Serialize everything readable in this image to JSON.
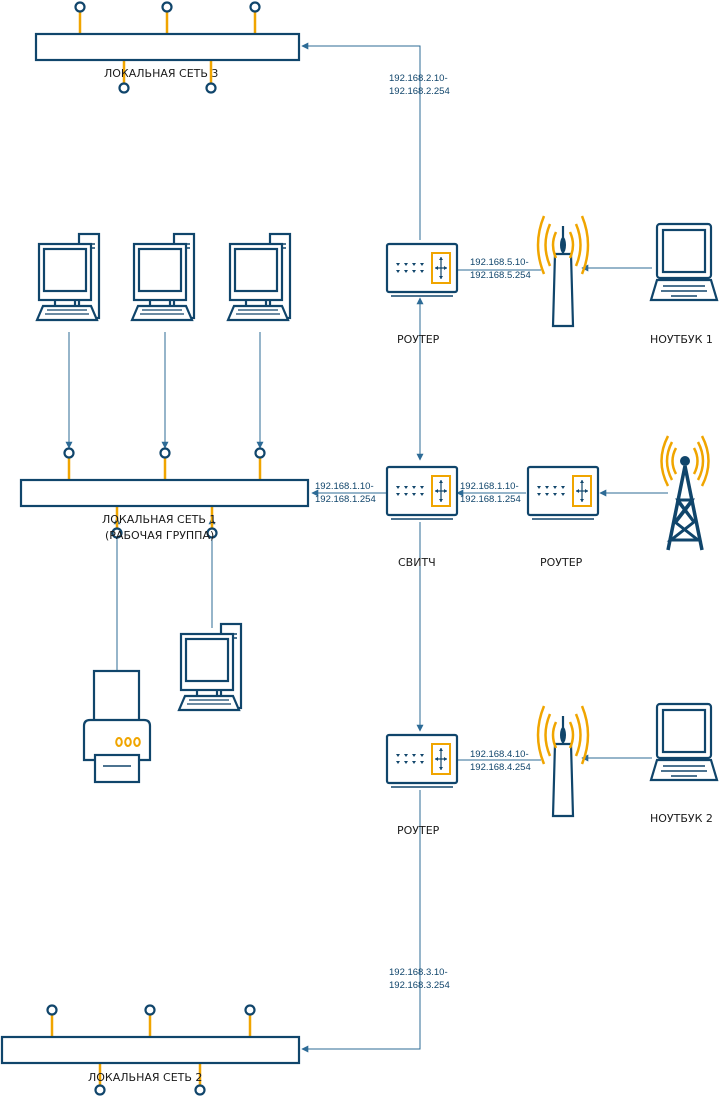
{
  "networks": {
    "lan3": {
      "label": "ЛОКАЛЬНАЯ  СЕТЬ 3"
    },
    "lan1": {
      "label_line1": "ЛОКАЛЬНАЯ  СЕТЬ 1",
      "label_line2": "(РАБОЧАЯ ГРУППА)"
    },
    "lan2": {
      "label": "ЛОКАЛЬНАЯ  СЕТЬ 2"
    }
  },
  "devices": {
    "router_top": {
      "label": "РОУТЕР"
    },
    "switch": {
      "label": "СВИТЧ"
    },
    "router_right": {
      "label": "РОУТЕР"
    },
    "router_bottom": {
      "label": "РОУТЕР"
    },
    "laptop1": {
      "label": "НОУТБУК 1"
    },
    "laptop2": {
      "label": "НОУТБУК 2"
    }
  },
  "ranges": {
    "lan3": {
      "from": "192.168.2.10-",
      "to": "192.168.2.254"
    },
    "wifi1": {
      "from": "192.168.5.10-",
      "to": "192.168.5.254"
    },
    "lan1": {
      "from": "192.168.1.10-",
      "to": "192.168.1.254"
    },
    "uplink": {
      "from": "192.168.1.10-",
      "to": "192.168.1.254"
    },
    "wifi2": {
      "from": "192.168.4.10-",
      "to": "192.168.4.254"
    },
    "lan2": {
      "from": "192.168.3.10-",
      "to": "192.168.3.254"
    }
  },
  "colors": {
    "device": "#10456b",
    "accent": "#f0a500",
    "link": "#2d6b96"
  }
}
